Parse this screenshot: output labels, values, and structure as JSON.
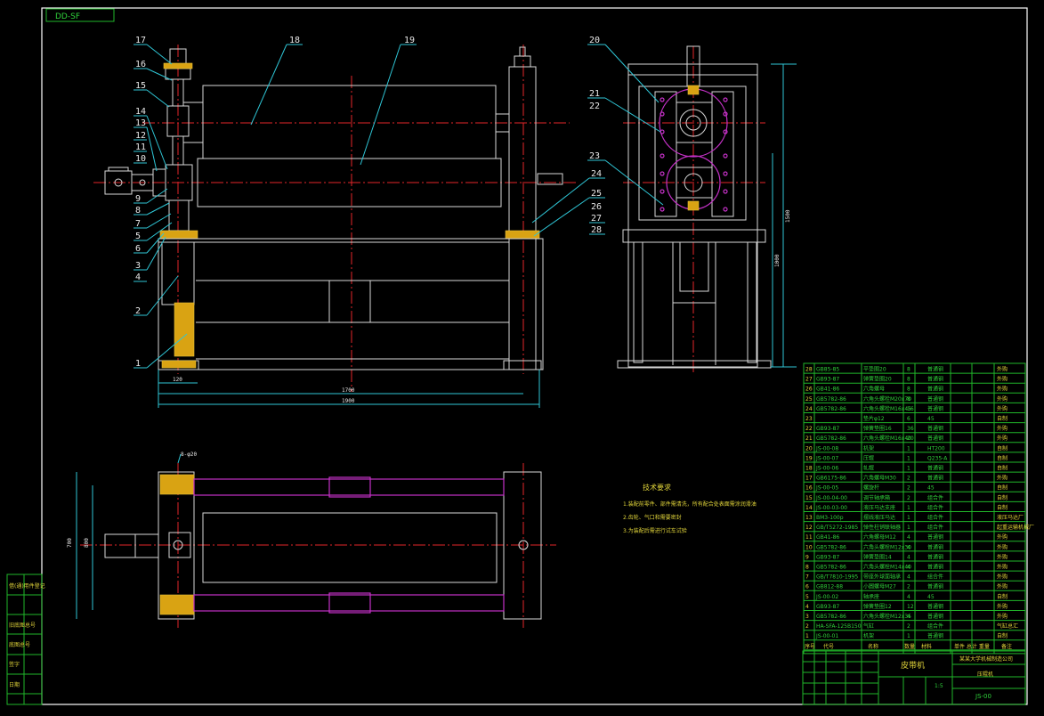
{
  "drawing_code_top": "DD-SF",
  "balloons_left": [
    "17",
    "16",
    "15",
    "14",
    "13",
    "12",
    "11",
    "10",
    "9",
    "8",
    "7",
    "5",
    "6",
    "3",
    "4",
    "2",
    "1"
  ],
  "balloons_top": [
    "18",
    "19"
  ],
  "balloons_right_side": [
    "20",
    "21",
    "22",
    "23",
    "24",
    "25",
    "26",
    "27",
    "28"
  ],
  "dimensions": {
    "d_120": "120",
    "d_1700": "1700",
    "d_1900": "1900",
    "d_1500": "1500",
    "d_1000": "1000",
    "d_700": "700",
    "d_800": "800",
    "d_holes": "8-φ20"
  },
  "tech_title": "技术要求",
  "tech_items": [
    "1.装配前零件、部件需清洗，所有配合处表面需涂润滑油",
    "2.齿轮、气口和需要密封",
    "3.为装配后需进行试车试验"
  ],
  "bom_rows": [
    [
      "28",
      "GB85-85",
      "平垫圈20",
      "8",
      "普通钢",
      "",
      "外购"
    ],
    [
      "27",
      "GB93-87",
      "弹簧垫圈20",
      "8",
      "普通钢",
      "",
      "外购"
    ],
    [
      "26",
      "GB41-86",
      "六角螺母",
      "8",
      "普通钢",
      "",
      "外购"
    ],
    [
      "25",
      "GB5782-86",
      "六角头螺栓M20x70",
      "8",
      "普通钢",
      "",
      "外购"
    ],
    [
      "24",
      "GB5782-86",
      "六角头螺栓M16x45",
      "16",
      "普通钢",
      "",
      "外购"
    ],
    [
      "23",
      "",
      "垫片φ12",
      "6",
      "45",
      "",
      "自制"
    ],
    [
      "22",
      "GB93-87",
      "弹簧垫圈16",
      "36",
      "普通钢",
      "",
      "外购"
    ],
    [
      "21",
      "GB5782-86",
      "六角头螺栓M16x40",
      "20",
      "普通钢",
      "",
      "外购"
    ],
    [
      "20",
      "JS-00-08",
      "机架",
      "1",
      "HT200",
      "",
      "自制"
    ],
    [
      "19",
      "JS-00-07",
      "压辊",
      "1",
      "Q235-A",
      "",
      "自制"
    ],
    [
      "18",
      "JS-00-06",
      "轧辊",
      "1",
      "普通钢",
      "",
      "自制"
    ],
    [
      "17",
      "GB6175-86",
      "六角螺母M30",
      "2",
      "普通钢",
      "",
      "外购"
    ],
    [
      "16",
      "JS-00-05",
      "螺旋杆",
      "2",
      "45",
      "",
      "自制"
    ],
    [
      "15",
      "JS-00-04-00",
      "调节轴承箱",
      "2",
      "组合件",
      "",
      "自制"
    ],
    [
      "14",
      "JS-00-03-00",
      "液压马达支座",
      "1",
      "组合件",
      "",
      "自制"
    ],
    [
      "13",
      "BM3-100p",
      "摆线液压马达",
      "1",
      "组合件",
      "",
      "液压马达厂"
    ],
    [
      "12",
      "GB/T5272-1985",
      "弹性柱销联轴器",
      "1",
      "组合件",
      "",
      "起重运输机械厂"
    ],
    [
      "11",
      "GB41-86",
      "六角螺母M12",
      "4",
      "普通钢",
      "",
      "外购"
    ],
    [
      "10",
      "GB5782-86",
      "六角头螺栓M12x30",
      "4",
      "普通钢",
      "",
      "外购"
    ],
    [
      "9",
      "GB93-87",
      "弹簧垫圈14",
      "4",
      "普通钢",
      "",
      "外购"
    ],
    [
      "8",
      "GB5782-86",
      "六角头螺栓M14x40",
      "4",
      "普通钢",
      "",
      "外购"
    ],
    [
      "7",
      "GB/T7810-1995",
      "带座外球面轴承",
      "4",
      "组合件",
      "",
      "外购"
    ],
    [
      "6",
      "GB812-88",
      "小圆螺母M27",
      "2",
      "普通钢",
      "",
      "外购"
    ],
    [
      "5",
      "JS-00-02",
      "轴承座",
      "4",
      "45",
      "",
      "自制"
    ],
    [
      "4",
      "GB93-87",
      "弹簧垫圈12",
      "12",
      "普通钢",
      "",
      "外购"
    ],
    [
      "3",
      "GB5782-86",
      "六角头螺栓M12x35",
      "4",
      "普通钢",
      "",
      "外购"
    ],
    [
      "2",
      "HA-SFA-125B150",
      "气缸",
      "2",
      "组合件",
      "",
      "气缸总汇"
    ],
    [
      "1",
      "JS-00-01",
      "机架",
      "1",
      "普通钢",
      "",
      "自制"
    ]
  ],
  "bom_header": [
    "序号",
    "代号",
    "名称",
    "数量",
    "材料",
    "单件 总计 重量",
    "备注"
  ],
  "title_block": {
    "name": "皮带机",
    "company": "某某大学机械制造公司",
    "sub": "压辊机",
    "code": "JS-00",
    "scale": "1:5"
  },
  "left_strip": [
    "借(通)用件登记",
    "旧底图总号",
    "底图总号",
    "签字",
    "日期"
  ]
}
